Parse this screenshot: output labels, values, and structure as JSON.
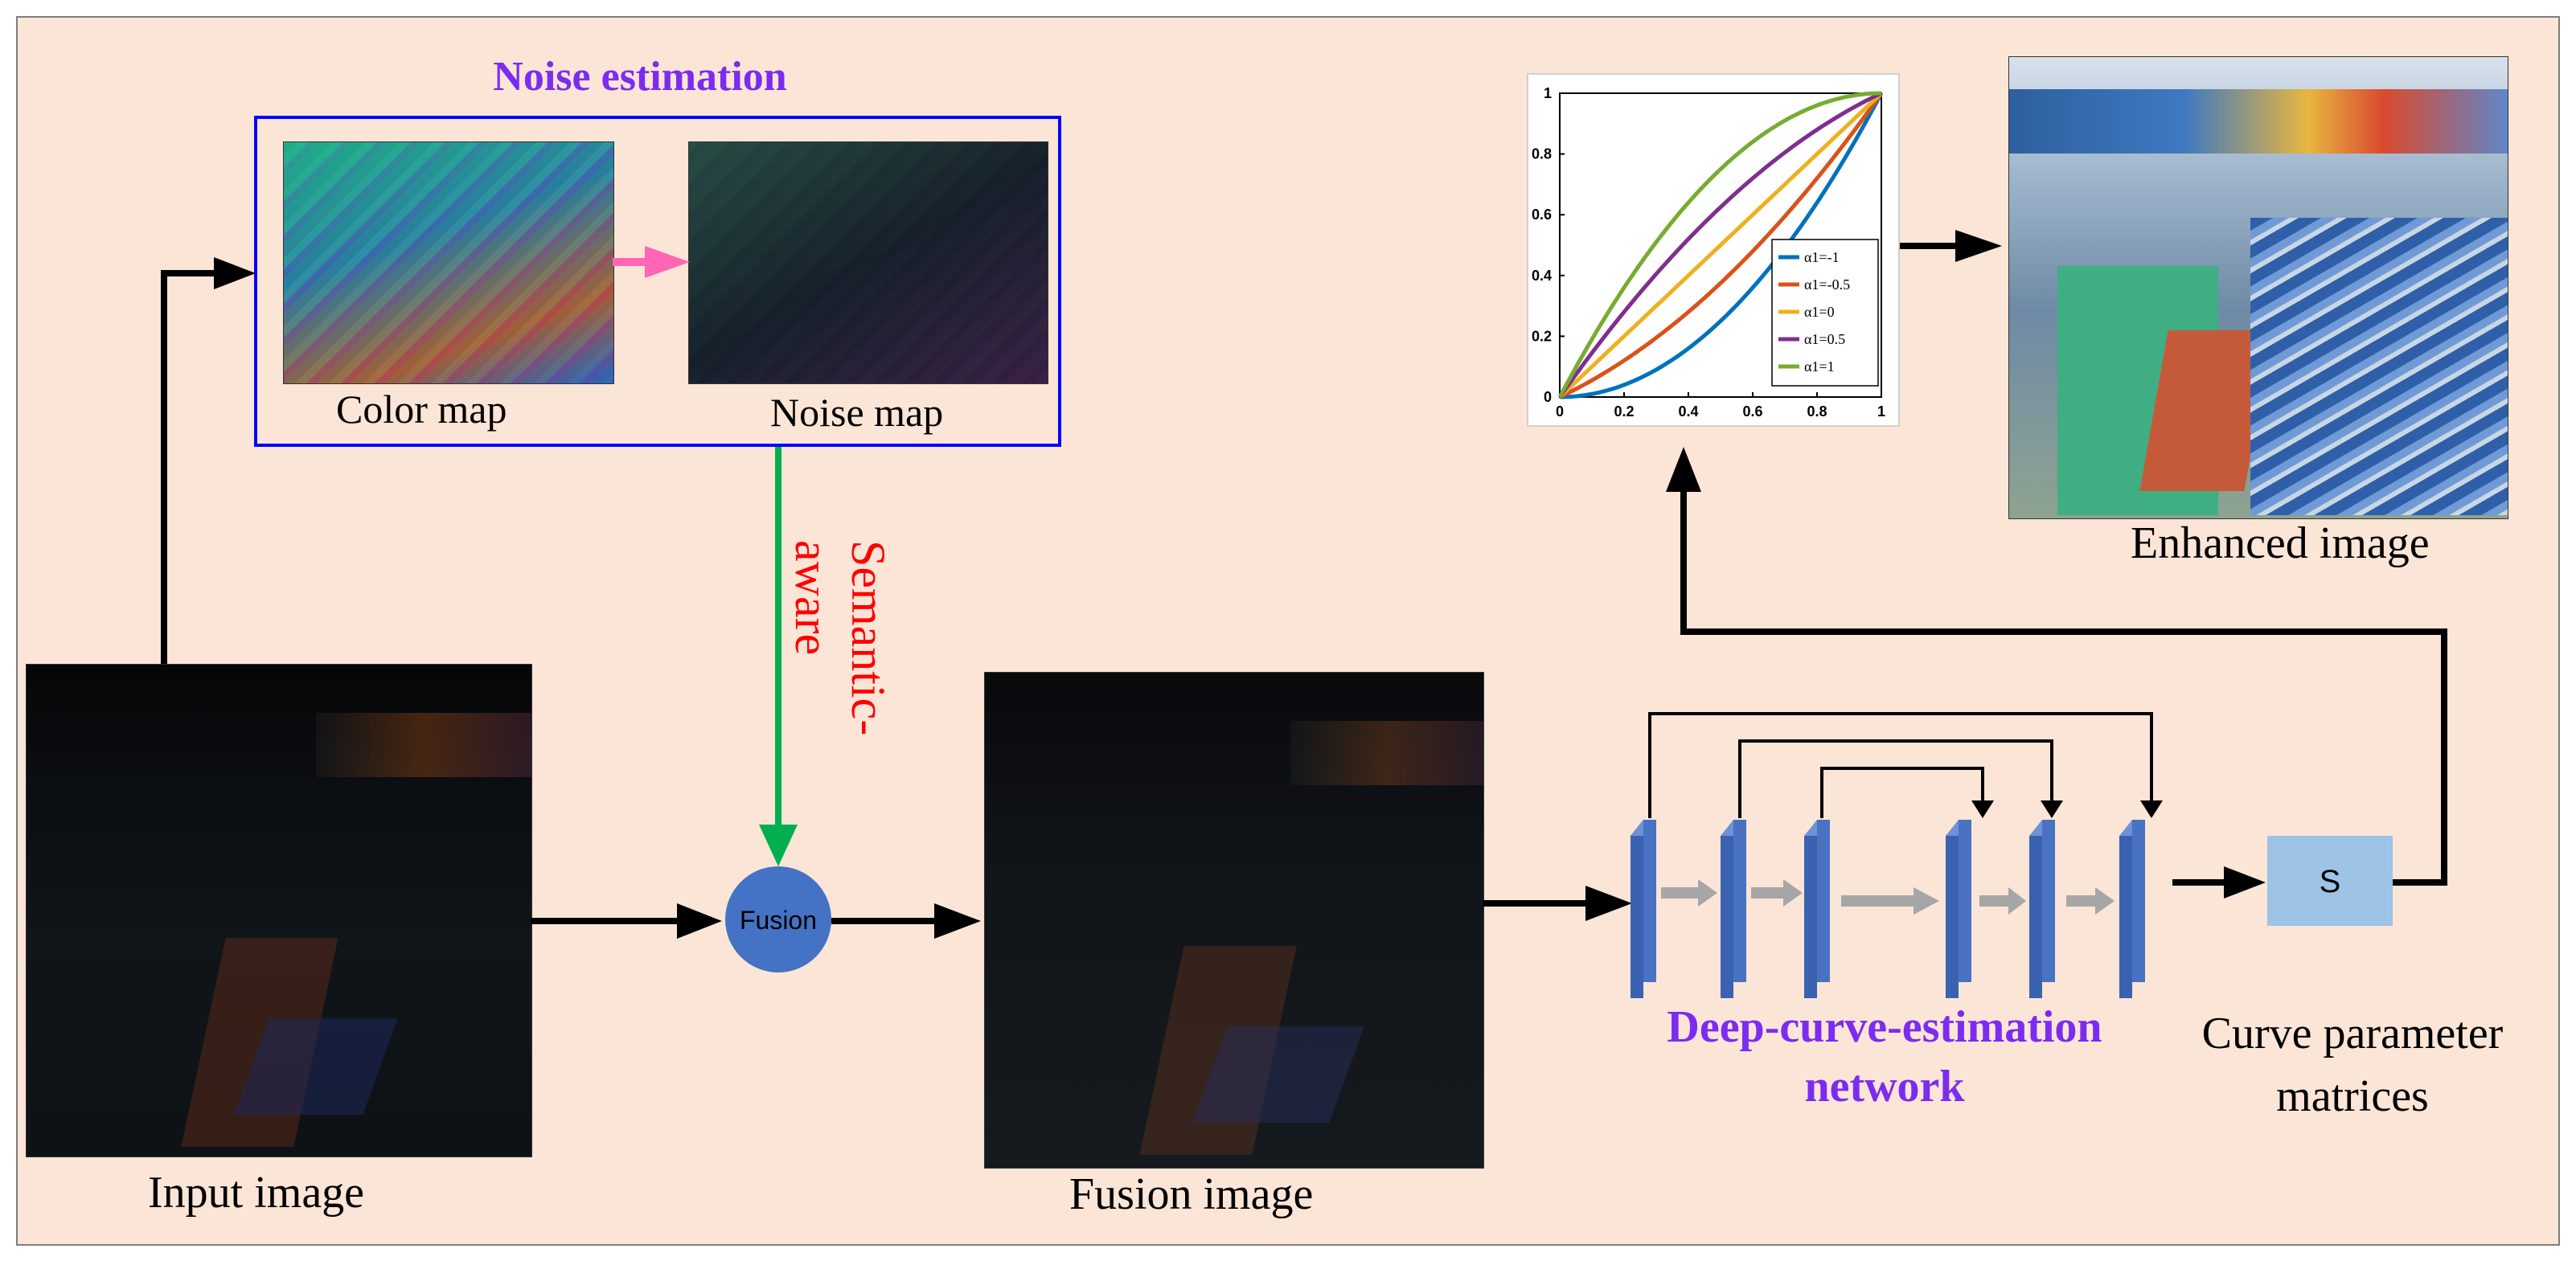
{
  "noise_estimation": {
    "title": "Noise estimation",
    "color_map_label": "Color map",
    "noise_map_label": "Noise map"
  },
  "semantic_aware_label": "Semantic-\naware",
  "input_label": "Input image",
  "fusion_node_label": "Fusion",
  "fusion_image_label": "Fusion image",
  "network": {
    "title_line1": "Deep-curve-estimation",
    "title_line2": "network"
  },
  "s_block_label": "S",
  "curve_params": {
    "line1": "Curve parameter",
    "line2": "matrices"
  },
  "enhanced_label": "Enhanced image",
  "colors": {
    "background": "#fbe5d6",
    "title_purple": "#7b2cf0",
    "semantic_red": "#ff0000",
    "green_arrow": "#00b050",
    "pink_arrow": "#ff66b3",
    "box_blue": "#0000ff",
    "fusion_node": "#4472c4",
    "s_block": "#9dc3e6",
    "layer_blue": "#3a62b0"
  },
  "chart_data": {
    "type": "line",
    "x": [
      0,
      0.1,
      0.2,
      0.3,
      0.4,
      0.5,
      0.6,
      0.7,
      0.8,
      0.9,
      1.0
    ],
    "xticks": [
      "0",
      "0.2",
      "0.4",
      "0.6",
      "0.8",
      "1"
    ],
    "yticks": [
      "0",
      "0.2",
      "0.4",
      "0.6",
      "0.8",
      "1"
    ],
    "xlim": [
      0,
      1
    ],
    "ylim": [
      0,
      1
    ],
    "series": [
      {
        "name": "α1=-1",
        "color": "#0072bd",
        "alpha": -1
      },
      {
        "name": "α1=-0.5",
        "color": "#d95319",
        "alpha": -0.5
      },
      {
        "name": "α1=0",
        "color": "#edb120",
        "alpha": 0
      },
      {
        "name": "α1=0.5",
        "color": "#7e2f8e",
        "alpha": 0.5
      },
      {
        "name": "α1=1",
        "color": "#77ac30",
        "alpha": 1
      }
    ],
    "legend": "right"
  }
}
